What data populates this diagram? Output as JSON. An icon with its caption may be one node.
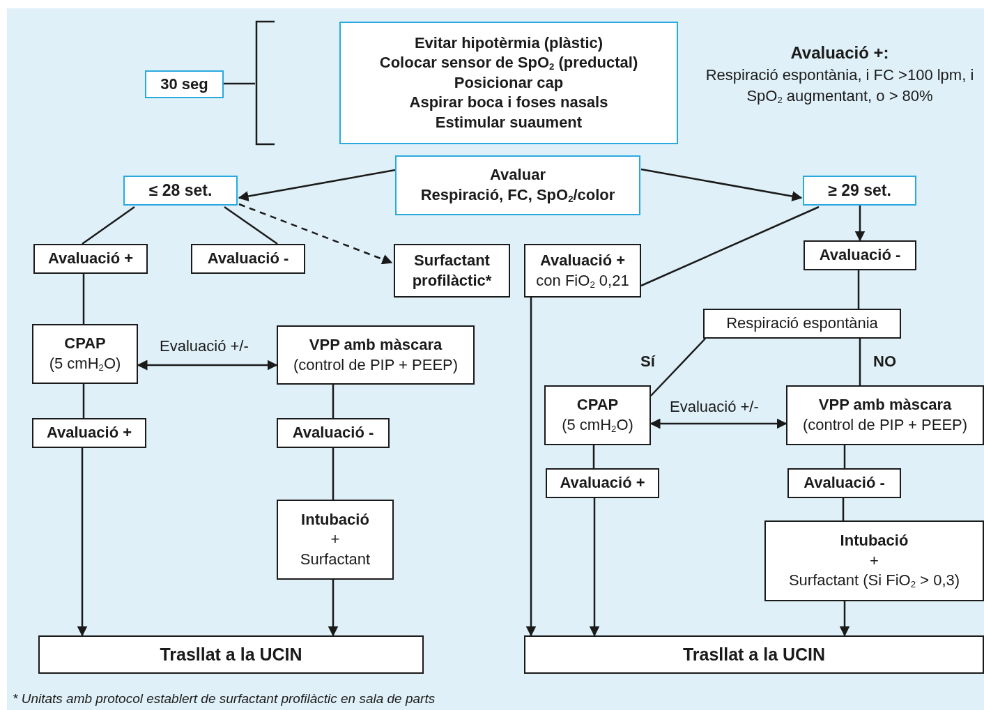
{
  "diagram": {
    "nodes": [
      {
        "text": [
          "30 seg"
        ]
      },
      {
        "text": [],
        "shape": "bracket"
      },
      {
        "text": [
          "Evitar hipotèrmia (plàstic)",
          "Colocar sensor de SpO$_{2}$ (preductal)",
          "Posicionar cap",
          "Aspirar boca i foses nasals",
          "Estimular suaument"
        ]
      },
      {
        "text": [
          "Avaluar",
          "Respiració, FC, SpO$_{2}$/color"
        ]
      },
      {
        "text": [
          "≤ 28 set."
        ]
      },
      {
        "text": [
          "≥ 29 set."
        ]
      },
      {
        "text": [
          "Avaluació +"
        ]
      },
      {
        "text": [
          "Avaluació -"
        ]
      },
      {
        "text": [
          "Surfactant profilàctic*"
        ]
      },
      {
        "text": [
          "Avaluació +",
          "con FiO$_{2}$ 0,21"
        ]
      },
      {
        "text": [
          "Avaluació -"
        ]
      },
      {
        "text": [
          "CPAP",
          "(5 cmH$_{2}$O)"
        ]
      },
      {
        "text": [
          "VPP amb màscara",
          "(control de PIP + PEEP)"
        ]
      },
      {
        "text": [
          "Avaluació +"
        ]
      },
      {
        "text": [
          "Avaluació -"
        ]
      },
      {
        "text": [
          "Intubació",
          "+",
          "Surfactant"
        ]
      },
      {
        "text": [
          "Trasllat a la UCIN"
        ]
      },
      {
        "text": [
          "Respiració espontània"
        ]
      },
      {
        "text": [
          "CPAP",
          "(5 cmH$_{2}$O)"
        ]
      },
      {
        "text": [
          "VPP amb màscara",
          "(control de PIP + PEEP)"
        ]
      },
      {
        "text": [
          "Avaluació +"
        ]
      },
      {
        "text": [
          "Avaluació -"
        ]
      },
      {
        "text": [
          "Intubació",
          "+",
          "Surfactant (Si FiO$_{2}$ > 0,3)"
        ]
      },
      {
        "text": [
          "Trasllat a la UCIN"
        ]
      }
    ],
    "edges": [
      {
        "from": 0,
        "to": 1,
        "arrow": "none"
      },
      {
        "from": 3,
        "to": 4,
        "arrow": "to"
      },
      {
        "from": 3,
        "to": 5,
        "arrow": "to"
      },
      {
        "from": 4,
        "to": 6,
        "arrow": "none"
      },
      {
        "from": 4,
        "to": 7,
        "arrow": "none"
      },
      {
        "from": 4,
        "to": 8,
        "arrow": "to",
        "style": "dashed"
      },
      {
        "from": 5,
        "to": 9,
        "arrow": "none"
      },
      {
        "from": 5,
        "to": 10,
        "arrow": "to"
      },
      {
        "from": 6,
        "to": 11,
        "arrow": "none"
      },
      {
        "from": 11,
        "to": 12,
        "arrow": "both",
        "label": "Evaluació +/-"
      },
      {
        "from": 11,
        "to": 13,
        "arrow": "none"
      },
      {
        "from": 12,
        "to": 14,
        "arrow": "none"
      },
      {
        "from": 14,
        "to": 15,
        "arrow": "none"
      },
      {
        "from": 13,
        "to": 16,
        "arrow": "to"
      },
      {
        "from": 15,
        "to": 16,
        "arrow": "to"
      },
      {
        "from": 9,
        "to": 23,
        "arrow": "to"
      },
      {
        "from": 10,
        "to": 17,
        "arrow": "none"
      },
      {
        "from": 17,
        "to": 18,
        "arrow": "none",
        "label": "Sí"
      },
      {
        "from": 17,
        "to": 19,
        "arrow": "none",
        "label": "NO"
      },
      {
        "from": 18,
        "to": 19,
        "arrow": "both",
        "label": "Evaluació +/-"
      },
      {
        "from": 18,
        "to": 20,
        "arrow": "none"
      },
      {
        "from": 19,
        "to": 21,
        "arrow": "none"
      },
      {
        "from": 20,
        "to": 23,
        "arrow": "to"
      },
      {
        "from": 21,
        "to": 22,
        "arrow": "none"
      },
      {
        "from": 22,
        "to": 23,
        "arrow": "to"
      }
    ],
    "labels": [
      "Avaluació +:",
      "Respiració espontània, i FC >100 lpm, i SpO$_{2}$ augmentant, o > 80%",
      "* Unitats amb protocol establert de surfactant profilàctic en sala de parts"
    ]
  }
}
